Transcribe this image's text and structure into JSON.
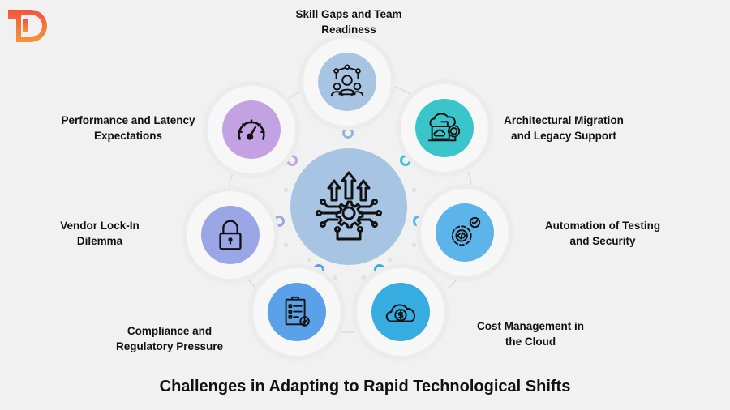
{
  "title": "Challenges in Adapting to Rapid Technological Shifts",
  "logo": {
    "letters": "TD",
    "color": "#f26b3a"
  },
  "hub": {
    "icon": "tech-growth-gear-circuit-icon",
    "color": "#a7c4e2"
  },
  "nodes": [
    {
      "label_line1": "Skill Gaps and Team",
      "label_line2": "Readiness",
      "icon": "team-network-icon",
      "color": "#a7c4e2"
    },
    {
      "label_line1": "Architectural Migration",
      "label_line2": "and Legacy Support",
      "icon": "cloud-laptop-gear-icon",
      "color": "#39c5c9"
    },
    {
      "label_line1": "Automation of Testing",
      "label_line2": "and Security",
      "icon": "gear-code-check-icon",
      "color": "#5db4ea"
    },
    {
      "label_line1": "Cost Management in",
      "label_line2": "the Cloud",
      "icon": "cloud-dollar-icon",
      "color": "#36ace0"
    },
    {
      "label_line1": "Compliance and",
      "label_line2": "Regulatory Pressure",
      "icon": "clipboard-checklist-icon",
      "color": "#5aa1ea"
    },
    {
      "label_line1": "Vendor Lock-In",
      "label_line2": "Dilemma",
      "icon": "padlock-icon",
      "color": "#9ba6e6"
    },
    {
      "label_line1": "Performance and Latency",
      "label_line2": "Expectations",
      "icon": "speedometer-icon",
      "color": "#c2a2e2"
    }
  ],
  "accent_rings": [
    "#5db4ea",
    "#39c5c9",
    "#5db4ea",
    "#36ace0",
    "#5aa1ea",
    "#9ba6e6",
    "#c2a2e2"
  ]
}
